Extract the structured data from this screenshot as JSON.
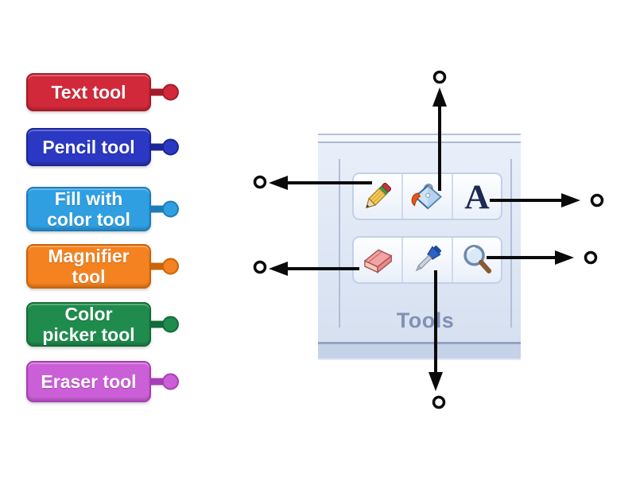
{
  "labels": [
    {
      "text": "Text tool",
      "fill": "#d2293a",
      "border": "#a31a2b"
    },
    {
      "text": "Pencil tool",
      "fill": "#2a38c4",
      "border": "#1b2594"
    },
    {
      "text": "Fill with color tool",
      "fill": "#2f9fe2",
      "border": "#1d7cb8"
    },
    {
      "text": "Magnifier tool",
      "fill": "#f58220",
      "border": "#c96407"
    },
    {
      "text": "Color picker tool",
      "fill": "#1f8c4d",
      "border": "#126b38"
    },
    {
      "text": "Eraser tool",
      "fill": "#cb5fd7",
      "border": "#a83eb5"
    }
  ],
  "diagram": {
    "caption": "Tools",
    "text_glyph": "A",
    "tools": [
      "pencil",
      "fill-with-color",
      "text",
      "eraser",
      "color-picker",
      "magnifier"
    ]
  },
  "connectors": [
    {
      "from": "fill-with-color",
      "direction": "up"
    },
    {
      "from": "pencil",
      "direction": "left"
    },
    {
      "from": "text",
      "direction": "right"
    },
    {
      "from": "eraser",
      "direction": "left"
    },
    {
      "from": "color-picker",
      "direction": "down"
    },
    {
      "from": "magnifier",
      "direction": "right"
    }
  ],
  "colors": {
    "arrow": "#0a0a0a",
    "target_ring": "#0a0a0a",
    "caption": "#8191b5",
    "panel_bg": "#dde6f4"
  }
}
